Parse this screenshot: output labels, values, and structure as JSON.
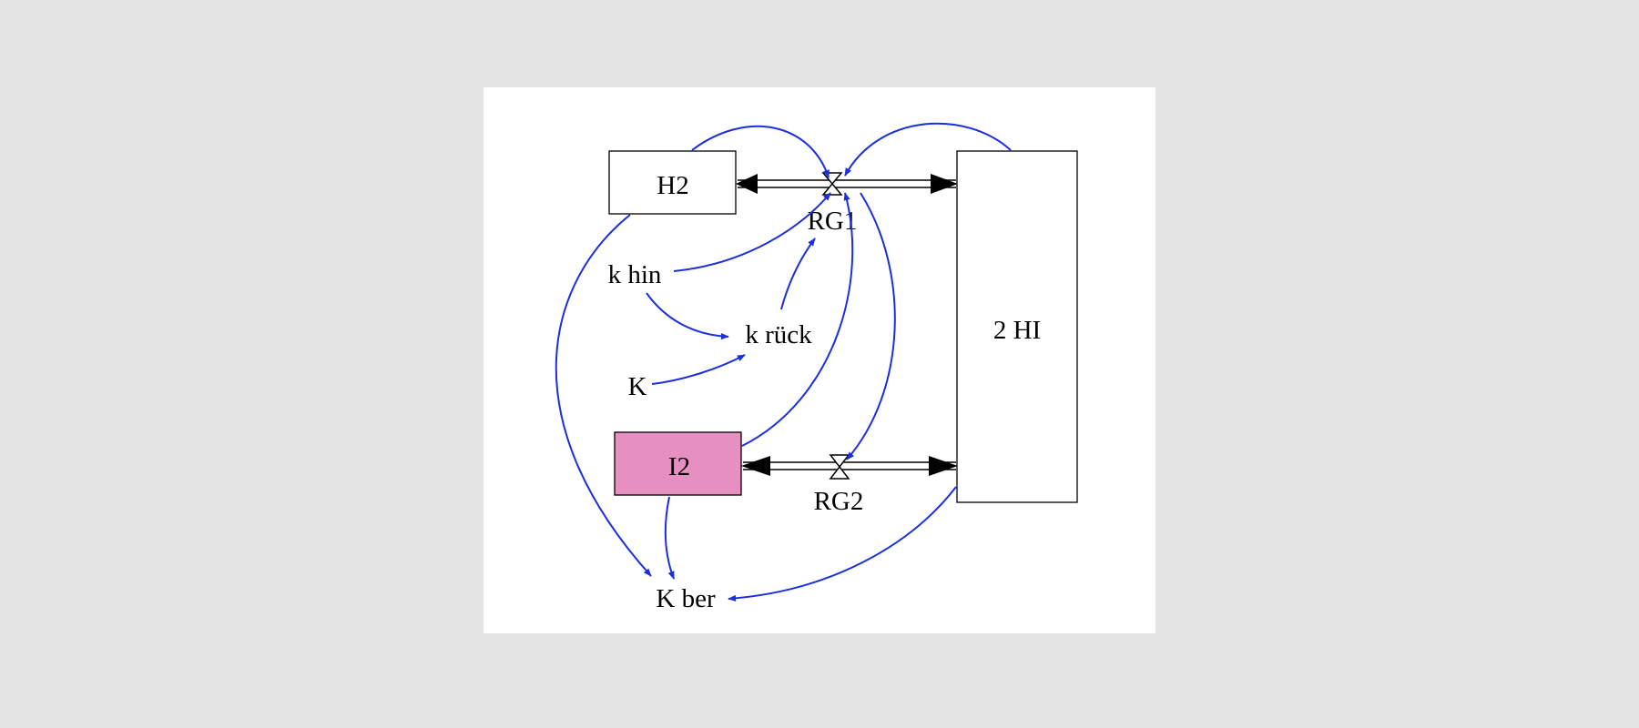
{
  "diagram": {
    "stocks": {
      "h2": {
        "label": "H2",
        "color": "#ffffff"
      },
      "i2": {
        "label": "I2",
        "color": "#e68fc1"
      },
      "hi": {
        "label": "2 HI",
        "color": "#ffffff"
      }
    },
    "rates": {
      "rg1": {
        "label": "RG1"
      },
      "rg2": {
        "label": "RG2"
      }
    },
    "variables": {
      "k_hin": {
        "label": "k hin"
      },
      "k_rueck": {
        "label": "k rück"
      },
      "k": {
        "label": "K"
      },
      "k_ber": {
        "label": "K ber"
      }
    },
    "colors": {
      "link": "#1a2fe0",
      "flow": "#000000",
      "background": "#e4e4e4",
      "canvas": "#ffffff"
    }
  }
}
